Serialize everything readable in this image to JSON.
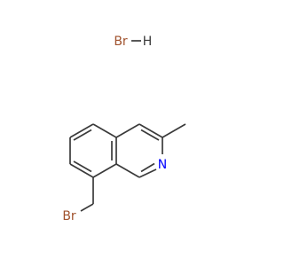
{
  "molecule": {
    "salt": {
      "bromine_label": "Br",
      "hydrogen_label": "H"
    },
    "atoms": {
      "nitrogen_label": "N",
      "bromomethyl_label": "Br"
    }
  },
  "colors": {
    "bond": "#3a3a3a",
    "bromine": "#a0522d",
    "nitrogen": "#0000ff",
    "hydrogen": "#3a3a3a",
    "background": "#ffffff"
  }
}
